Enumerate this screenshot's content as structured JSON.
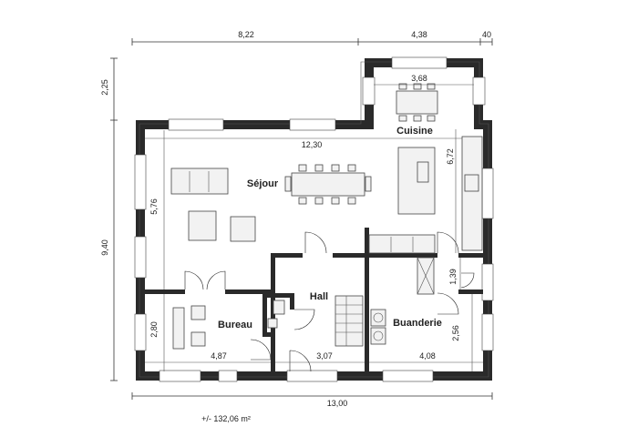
{
  "plan": {
    "rooms": {
      "sejour": "Séjour",
      "cuisine": "Cuisine",
      "hall": "Hall",
      "bureau": "Bureau",
      "buanderie": "Buanderie"
    },
    "dimensions": {
      "top_left": "8,22",
      "top_mid": "4,38",
      "top_right": "40",
      "left_top": "2,25",
      "left_main": "9,40",
      "bottom_total": "13,00",
      "cuisine_width": "3,68",
      "interior_width": "12,30",
      "cuisine_height": "6,72",
      "sejour_height": "5,76",
      "bureau_height": "2,80",
      "bureau_width": "4,87",
      "hall_width": "3,07",
      "buanderie_width": "4,08",
      "closet_height": "1,39",
      "buanderie_height": "2,56"
    },
    "area": "+/- 132,06 m²"
  }
}
